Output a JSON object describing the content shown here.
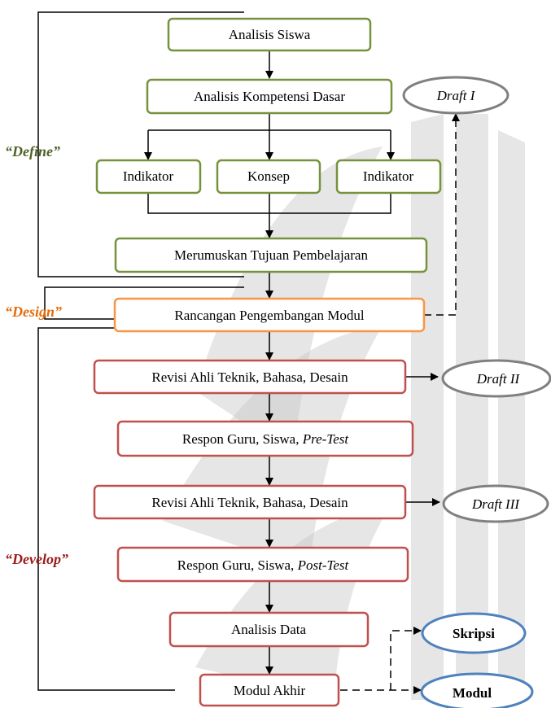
{
  "colors": {
    "define": "#76923c",
    "design": "#f79646",
    "develop": "#c0504d",
    "draft": "#808080",
    "output": "#4f81bd",
    "stage_define": "#4f6228",
    "stage_design": "#e46c0a",
    "stage_develop": "#9b1b1b"
  },
  "stages": {
    "define": "“Define”",
    "design": "“Design”",
    "develop": "“Develop”"
  },
  "boxes": {
    "analisis_siswa": "Analisis Siswa",
    "analisis_kd": "Analisis Kompetensi Dasar",
    "indikator_1": "Indikator",
    "konsep": "Konsep",
    "indikator_2": "Indikator",
    "tujuan": "Merumuskan Tujuan Pembelajaran",
    "rancangan": "Rancangan Pengembangan Modul",
    "revisi_1": "Revisi Ahli Teknik, Bahasa, Desain",
    "respon_pre_a": "Respon Guru, Siswa, ",
    "respon_pre_b": "Pre-Test",
    "revisi_2": "Revisi Ahli Teknik, Bahasa, Desain",
    "respon_post_a": "Respon Guru, Siswa, ",
    "respon_post_b": "Post-Test",
    "analisis_data": "Analisis Data",
    "modul_akhir": "Modul Akhir"
  },
  "ellipses": {
    "draft_1": "Draft I",
    "draft_2": "Draft II",
    "draft_3": "Draft III",
    "skripsi": "Skripsi",
    "modul": "Modul"
  }
}
